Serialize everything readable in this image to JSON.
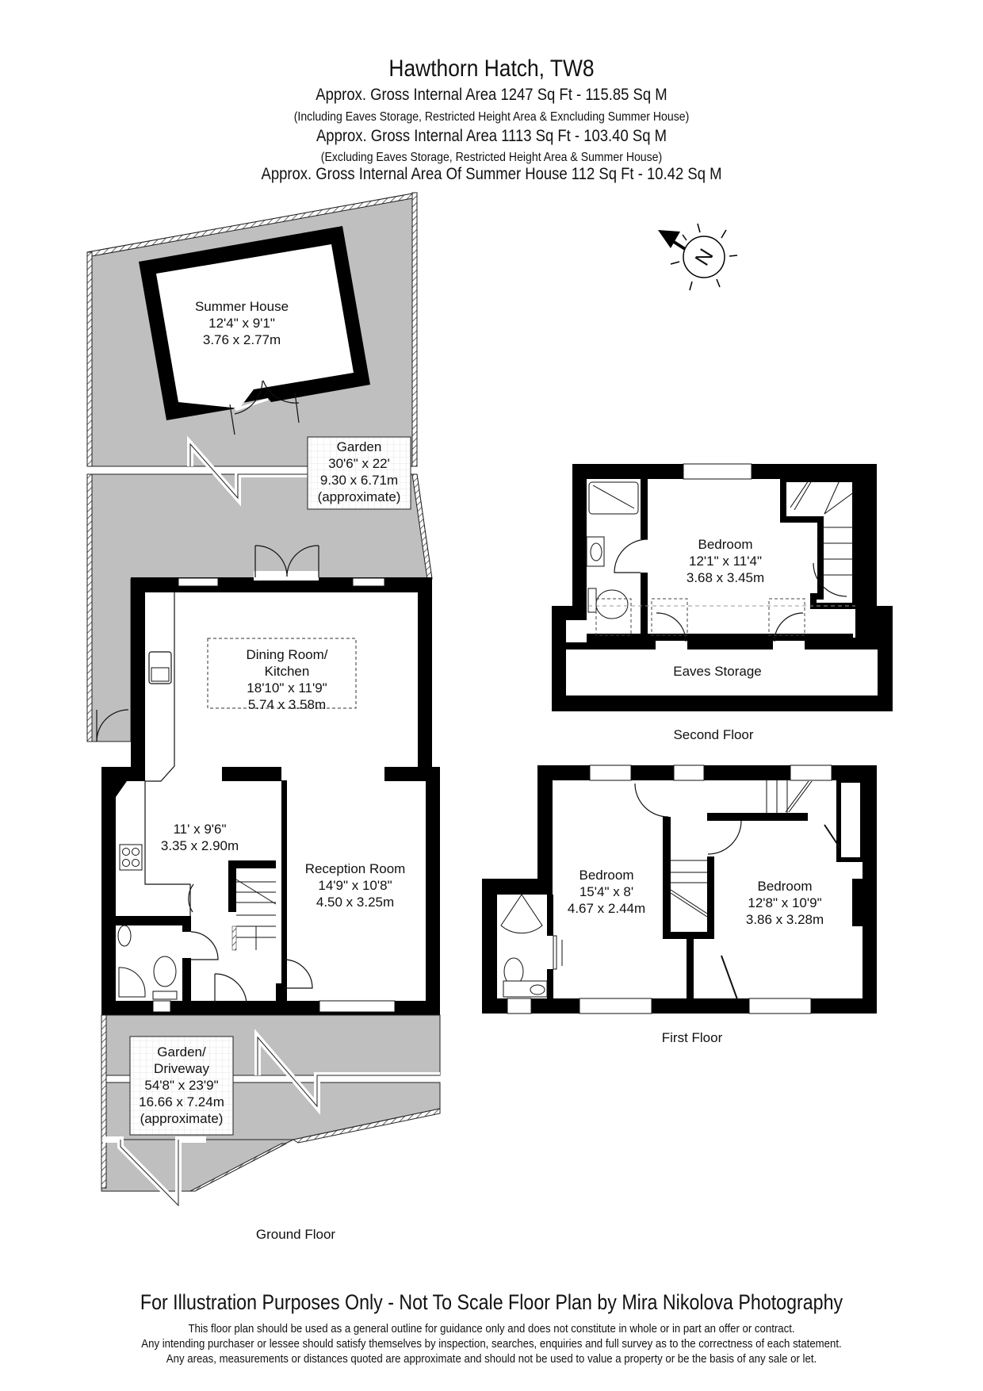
{
  "header": {
    "title": "Hawthorn Hatch, TW8",
    "area_lines": [
      "Approx. Gross Internal Area   1247 Sq Ft  -  115.85 Sq M",
      "(Including Eaves Storage, Restricted Height Area & Exncluding Summer House)",
      "Approx. Gross Internal Area   1113 Sq Ft  -  103.40 Sq M",
      "(Excluding Eaves Storage, Restricted Height Area & Summer House)",
      "Approx. Gross Internal Area Of Summer House   112 Sq Ft  -  10.42 Sq M"
    ]
  },
  "compass": {
    "icon": "north-arrow-compass-icon",
    "letter": "N"
  },
  "floors": {
    "ground": {
      "label": "Ground Floor",
      "rooms": {
        "summer_house": {
          "name": "Summer House",
          "imperial": "12'4\" x 9'1\"",
          "metric": "3.76 x 2.77m"
        },
        "garden": {
          "name": "Garden",
          "imperial": "30'6\" x 22'",
          "metric": "9.30 x 6.71m",
          "note": "(approximate)"
        },
        "dining_kitchen": {
          "name_line1": "Dining Room/",
          "name_line2": "Kitchen",
          "imperial": "18'10\" x 11'9\"",
          "metric": "5.74 x 3.58m"
        },
        "kitchen": {
          "imperial": "11' x 9'6\"",
          "metric": "3.35 x 2.90m"
        },
        "reception": {
          "name": "Reception Room",
          "imperial": "14'9\" x 10'8\"",
          "metric": "4.50 x 3.25m"
        },
        "driveway": {
          "name_line1": "Garden/",
          "name_line2": "Driveway",
          "imperial": "54'8\" x 23'9\"",
          "metric": "16.66 x 7.24m",
          "note": "(approximate)"
        }
      }
    },
    "second": {
      "label": "Second Floor",
      "rooms": {
        "bedroom": {
          "name": "Bedroom",
          "imperial": "12'1\" x 11'4\"",
          "metric": "3.68 x 3.45m"
        },
        "eaves": {
          "name": "Eaves Storage"
        }
      }
    },
    "first": {
      "label": "First Floor",
      "rooms": {
        "bedroom_left": {
          "name": "Bedroom",
          "imperial": "15'4\" x 8'",
          "metric": "4.67 x 2.44m"
        },
        "bedroom_right": {
          "name": "Bedroom",
          "imperial": "12'8\" x 10'9\"",
          "metric": "3.86 x 3.28m"
        }
      }
    }
  },
  "colors": {
    "wall": "#000000",
    "garden_fill": "#bfbfbf",
    "room_fill": "#ffffff"
  },
  "footer": {
    "main": "For Illustration Purposes Only - Not To Scale  Floor Plan by  Mira Nikolova Photography",
    "disclaimer": [
      "This floor plan should be used as a general outline for guidance only and does not constitute in whole or in part an offer or contract.",
      "Any intending purchaser or lessee should satisfy themselves by inspection, searches, enquiries and full survey as to the correctness of each statement.",
      "Any areas, measurements or distances quoted are approximate and should not be used to value a property or be the basis of any sale or let."
    ]
  }
}
